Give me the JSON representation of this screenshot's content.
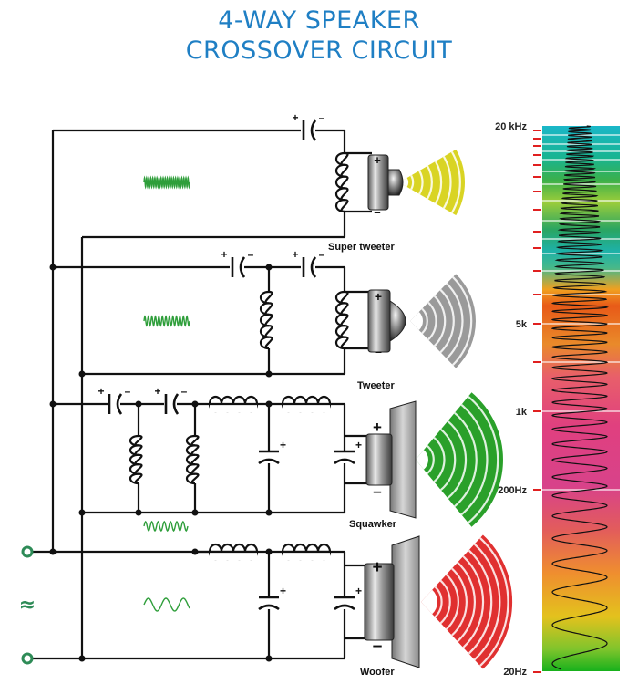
{
  "title": {
    "line1": "4-WAY SPEAKER",
    "line2": "CROSSOVER CIRCUIT"
  },
  "speakers": [
    {
      "label": "Super tweeter",
      "color": "#d9d424"
    },
    {
      "label": "Tweeter",
      "color": "#9a9a9a"
    },
    {
      "label": "Squawker",
      "color": "#2aa02a"
    },
    {
      "label": "Woofer",
      "color": "#e03030"
    }
  ],
  "input_symbol": "≈",
  "polarity": {
    "plus": "+",
    "minus": "–"
  },
  "frequency_scale": {
    "labels": [
      {
        "text": "20 kHz"
      },
      {
        "text": "5k"
      },
      {
        "text": "1k"
      },
      {
        "text": "200Hz"
      },
      {
        "text": "20Hz"
      }
    ]
  },
  "colors": {
    "wire": "#111111",
    "wave": "#2e9e3a",
    "marker": "#e02020",
    "title": "#1f7fc4",
    "terminal": "#2e8b57"
  }
}
